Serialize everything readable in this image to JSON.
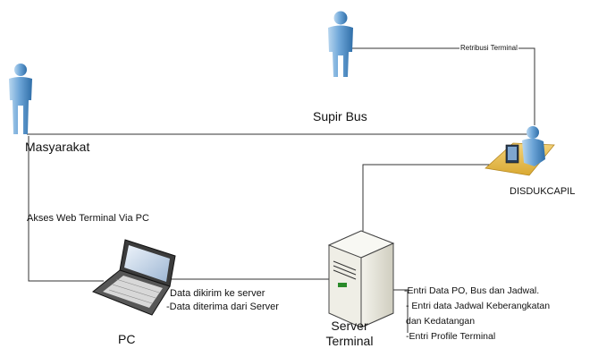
{
  "nodes": {
    "supir_bus": "Supir Bus",
    "masyarakat": "Masyarakat",
    "disdukcapil": "DISDUKCAPIL",
    "pc": "PC",
    "server_line1": "Server",
    "server_line2": "Terminal"
  },
  "edges": {
    "retribusi": "Retribusi Terminal",
    "akses_web": "Akses Web Terminal Via PC",
    "pc_server_1": "Data dikirim ke server",
    "pc_server_2": "-Data diterima dari Server"
  },
  "server_tasks": [
    "-Entri Data PO, Bus dan Jadwal.",
    "- Entri data Jadwal Keberangkatan",
    "dan Kedatangan",
    "-Entri Profile Terminal"
  ]
}
